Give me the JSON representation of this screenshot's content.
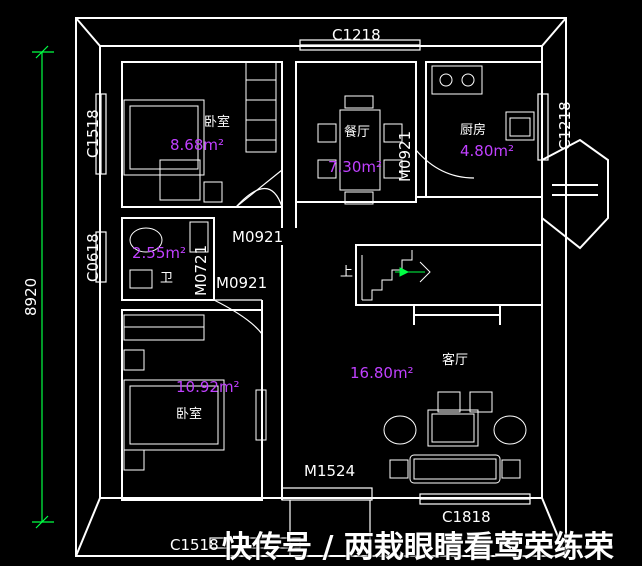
{
  "dimension": {
    "total": "8920"
  },
  "windows": {
    "top": "C1218",
    "left_upper": "C1518",
    "left_mid": "C0618",
    "kitchen_right": "C1218",
    "bottom_right": "C1818",
    "bottom_left": "C1518"
  },
  "doors": {
    "bedroom1": "M0921",
    "bathroom_a": "M0921",
    "bathroom_b": "M0721",
    "dining": "M0921",
    "entrance": "M1524"
  },
  "rooms": {
    "bedroom1": {
      "name": "卧室",
      "area": "8.68m²"
    },
    "dining": {
      "name": "餐厅",
      "area": "7.30m²"
    },
    "kitchen": {
      "name": "厨房",
      "area": "4.80m²"
    },
    "bathroom": {
      "name": "卫",
      "area": "2.55m²"
    },
    "bedroom2": {
      "name": "卧室",
      "area": "10.92m²"
    },
    "living": {
      "name": "客厅",
      "area": "16.80m²"
    }
  },
  "stairs": {
    "label": "上"
  },
  "watermark": "快传号 / 两栽眼睛看莺荣练荣",
  "colors": {
    "wall": "#ffffff",
    "area_text": "#c040ff",
    "dimension_line": "#00ff44",
    "furniture": "#ffffff",
    "background": "#000000"
  }
}
